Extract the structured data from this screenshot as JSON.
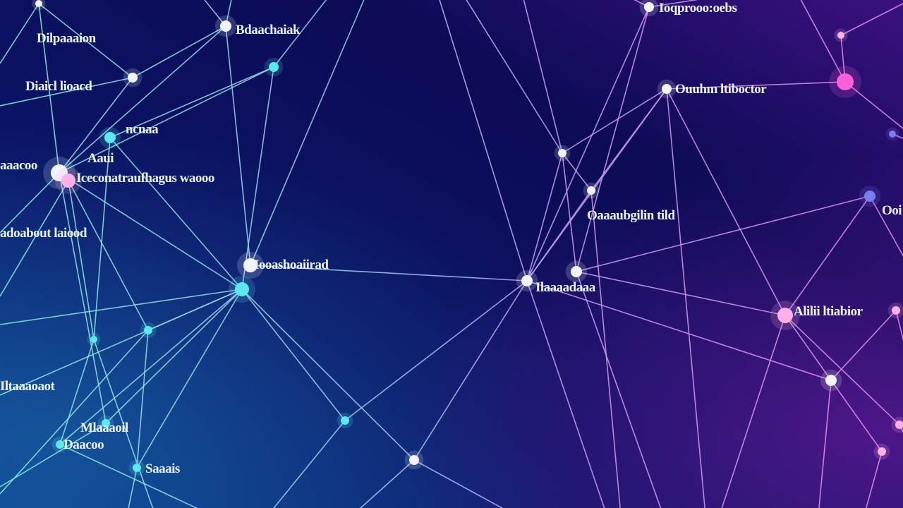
{
  "palette": {
    "background_left": "#0a1f6e",
    "background_mid": "#0b0c55",
    "background_right": "#3a0f7a",
    "edge_cyan": "#7fe8e0",
    "edge_violet": "#d58ae8",
    "node_cyan": "#5ee7f0",
    "node_white": "#f1f3ff",
    "node_pink": "#ff5fd6",
    "node_pink_soft": "#ffb0e6",
    "node_blue": "#7a7cf0"
  },
  "labels": {
    "top_right": "Ioqprooo:oebs",
    "far_left_1": "Dilpaaaion",
    "top_center_left": "Bdaachaiak",
    "left_2": "Diaicl lioacd",
    "right_upper": "Ouuhm ltiboctor",
    "left_3": "ncnaa",
    "left_4": "Aaui",
    "left_5": "aaacoo",
    "center_left_long": "Iceconatraufhagus waooo",
    "center_right": "Oaaaubgilin tild",
    "far_right_edge": "Ooi",
    "left_6": "adoabout laiood",
    "center_node": "Iooashoaiirad",
    "hub_label": "Ilaaaadaaa",
    "right_mid": "Alilii ltiabior",
    "bottom_left_1": "Iltaaaoaot",
    "bottom_left_2": "Mlaaaoil",
    "bottom_left_3": "Daacoo",
    "bottom_left_4": "Saaais"
  }
}
